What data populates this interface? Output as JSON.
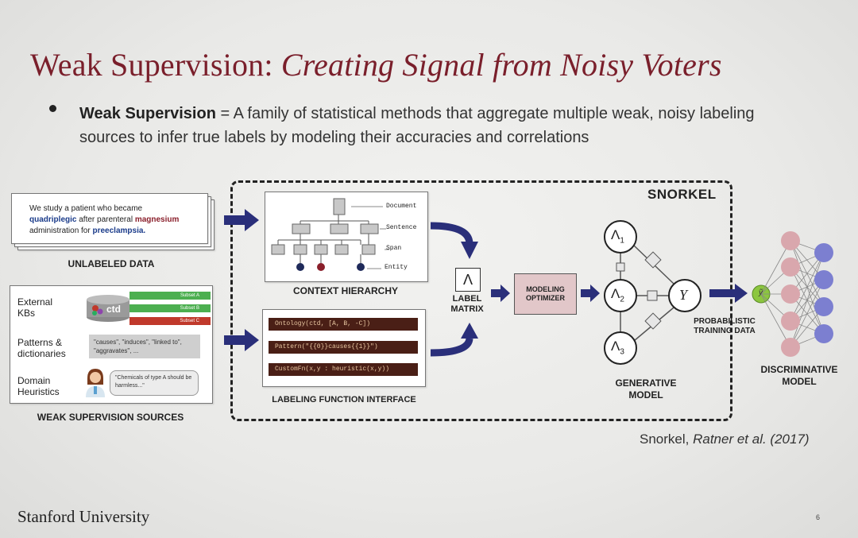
{
  "slide": {
    "title_main": "Weak Supervision:",
    "title_italic": "Creating Signal from Noisy Voters",
    "bullet_term": "Weak Supervision",
    "bullet_text": " = A family of statistical methods that aggregate multiple weak, noisy labeling sources to infer true labels by modeling their accuracies and correlations",
    "citation_plain": "Snorkel, ",
    "citation_italic": "Ratner et al. (2017)",
    "footer": "Stanford University",
    "page_number": "6"
  },
  "diagram": {
    "snorkel_label": "SNORKEL",
    "unlabeled": {
      "t1": "We study a patient who became",
      "t2_blue": "quadriplegic",
      "t2_mid": " after parenteral ",
      "t2_maroon": "magnesium",
      "t3": "administration for ",
      "t3_blue": "preeclampsia.",
      "label": "UNLABELED DATA"
    },
    "sources": {
      "kb_label": "External KBs",
      "kb_logo": "ctd",
      "subsets": [
        "Subset A",
        "Subset B",
        "Subset C"
      ],
      "patterns_label": "Patterns & dictionaries",
      "patterns_text": "\"causes\", \"induces\", \"linked to\", \"aggravates\", ...",
      "heuristics_label": "Domain Heuristics",
      "heuristics_text": "\"Chemicals of type A should be harmless...\"",
      "label": "WEAK SUPERVISION SOURCES"
    },
    "context": {
      "levels": [
        "Document",
        "Sentence",
        "Span",
        "Entity"
      ],
      "label": "CONTEXT HIERARCHY"
    },
    "lf": {
      "rows": [
        "Ontology(ctd, [A, B, -C])",
        "Pattern(\"{{0}}causes{{1}}\")",
        "CustomFn(x,y : heuristic(x,y))"
      ],
      "label": "LABELING FUNCTION INTERFACE"
    },
    "matrix": {
      "symbol": "Λ",
      "label_1": "LABEL",
      "label_2": "MATRIX"
    },
    "optimizer": {
      "line1": "MODELING",
      "line2": "OPTIMIZER"
    },
    "generative": {
      "nodes": [
        "Λ",
        "Λ",
        "Λ"
      ],
      "subs": [
        "1",
        "2",
        "3"
      ],
      "y": "Y",
      "label_1": "GENERATIVE",
      "label_2": "MODEL"
    },
    "prob": {
      "line1": "PROBABILISTIC",
      "line2": "TRAINING DATA"
    },
    "disc": {
      "line1": "DISCRIMINATIVE",
      "line2": "MODEL"
    },
    "colors": {
      "arrow": "#2a2f7a",
      "accent": "#7a1f2b",
      "nn_pink": "#d9a7ad",
      "nn_blue": "#7c7fd0",
      "green": "#8cc63f"
    }
  }
}
